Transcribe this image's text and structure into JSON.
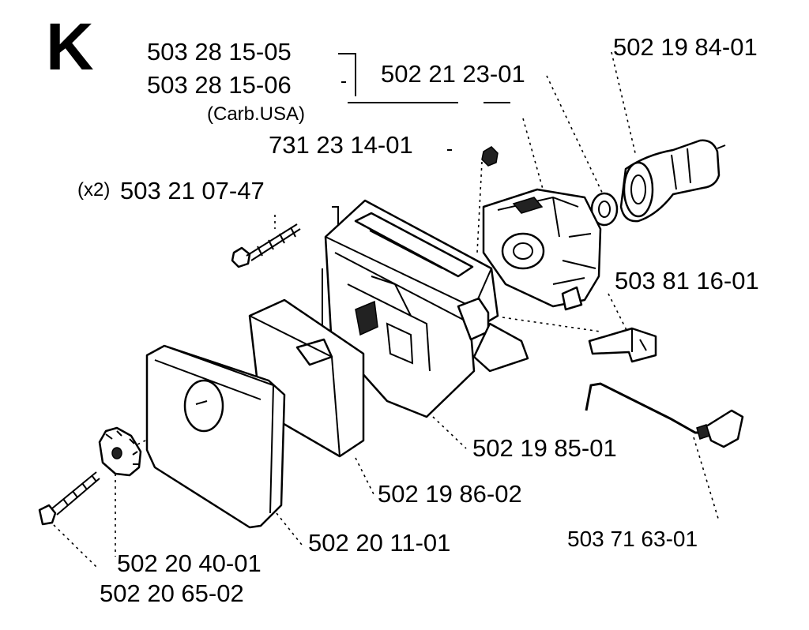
{
  "section_letter": "K",
  "labels": {
    "p_503281505": "503 28 15-05",
    "p_503281506": "503 28 15-06",
    "carb_usa": "(Carb.USA)",
    "p_731231401": "731 23 14-01",
    "x2": "(x2)",
    "p_503210747": "503 21 07-47",
    "p_502212301": "502 21 23-01",
    "p_502198401": "502 19 84-01",
    "p_503811601": "503 81 16-01",
    "p_502198501": "502 19 85-01",
    "p_502198602": "502 19 86-02",
    "p_502201101": "502 20 11-01",
    "p_503716301": "503 71 63-01",
    "p_502204001": "502 20 40-01",
    "p_502206502": "502 20 65-02"
  }
}
